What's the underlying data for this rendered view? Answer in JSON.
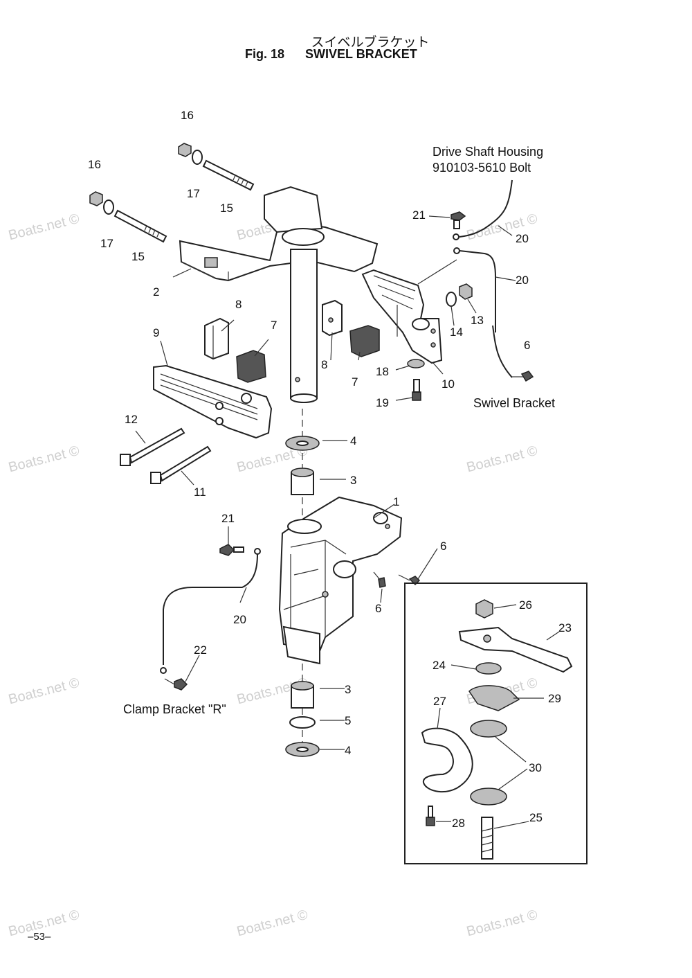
{
  "header": {
    "title_jp": "スイベルブラケット",
    "fig_label": "Fig. 18",
    "title_en": "SWIVEL BRACKET"
  },
  "notes": {
    "drive_shaft_line1": "Drive Shaft Housing",
    "drive_shaft_line2": "910103-5610 Bolt",
    "swivel_bracket": "Swivel Bracket",
    "clamp_bracket": "Clamp Bracket \"R\""
  },
  "watermark": "Boats.net ©",
  "callouts": [
    {
      "id": "c16a",
      "text": "16"
    },
    {
      "id": "c16b",
      "text": "16"
    },
    {
      "id": "c17a",
      "text": "17"
    },
    {
      "id": "c17b",
      "text": "17"
    },
    {
      "id": "c15a",
      "text": "15"
    },
    {
      "id": "c15b",
      "text": "15"
    },
    {
      "id": "c2",
      "text": "2"
    },
    {
      "id": "c8a",
      "text": "8"
    },
    {
      "id": "c8b",
      "text": "8"
    },
    {
      "id": "c7a",
      "text": "7"
    },
    {
      "id": "c7b",
      "text": "7"
    },
    {
      "id": "c9",
      "text": "9"
    },
    {
      "id": "c12",
      "text": "12"
    },
    {
      "id": "c11",
      "text": "11"
    },
    {
      "id": "c4a",
      "text": "4"
    },
    {
      "id": "c4b",
      "text": "4"
    },
    {
      "id": "c3a",
      "text": "3"
    },
    {
      "id": "c3b",
      "text": "3"
    },
    {
      "id": "c5",
      "text": "5"
    },
    {
      "id": "c1",
      "text": "1"
    },
    {
      "id": "c6a",
      "text": "6"
    },
    {
      "id": "c6b",
      "text": "6"
    },
    {
      "id": "c6c",
      "text": "6"
    },
    {
      "id": "c21a",
      "text": "21"
    },
    {
      "id": "c21b",
      "text": "21"
    },
    {
      "id": "c20a",
      "text": "20"
    },
    {
      "id": "c20b",
      "text": "20"
    },
    {
      "id": "c20c",
      "text": "20"
    },
    {
      "id": "c22",
      "text": "22"
    },
    {
      "id": "c14",
      "text": "14"
    },
    {
      "id": "c13",
      "text": "13"
    },
    {
      "id": "c18",
      "text": "18"
    },
    {
      "id": "c19",
      "text": "19"
    },
    {
      "id": "c10",
      "text": "10"
    },
    {
      "id": "c26",
      "text": "26"
    },
    {
      "id": "c23",
      "text": "23"
    },
    {
      "id": "c24",
      "text": "24"
    },
    {
      "id": "c29",
      "text": "29"
    },
    {
      "id": "c27",
      "text": "27"
    },
    {
      "id": "c30",
      "text": "30"
    },
    {
      "id": "c28",
      "text": "28"
    },
    {
      "id": "c25",
      "text": "25"
    }
  ],
  "page_number": "–53–"
}
